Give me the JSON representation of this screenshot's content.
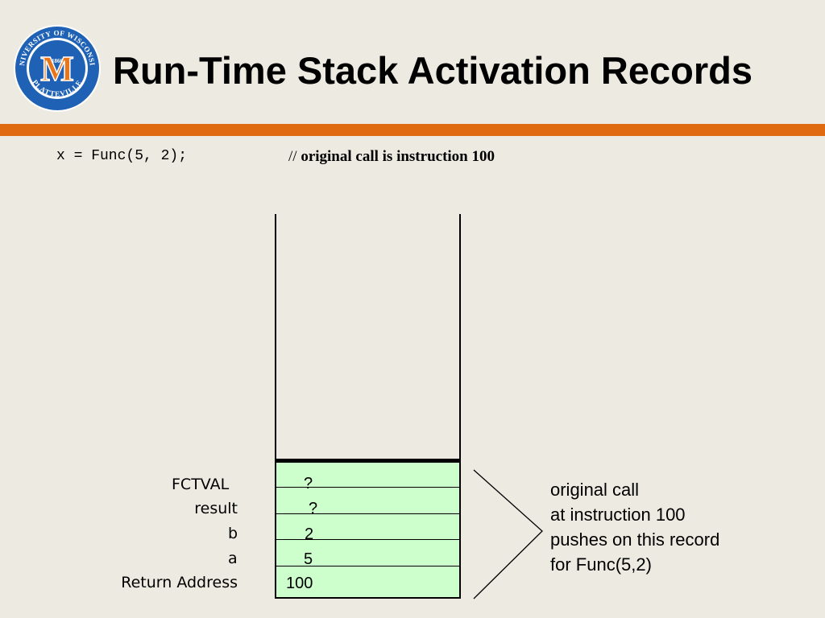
{
  "header": {
    "title": "Run-Time Stack Activation Records",
    "logo": {
      "ring_text_top": "UNIVERSITY OF WISCONSIN",
      "ring_text_bottom": "PLATTEVILLE",
      "year": "1866",
      "monogram": "M"
    }
  },
  "code": {
    "statement": "x = Func(5, 2);",
    "comment_prefix": "// ",
    "comment_text": "original call is instruction 100"
  },
  "stack": {
    "rows": [
      {
        "label": "FCTVAL",
        "value": "?"
      },
      {
        "label": "result",
        "value": "?"
      },
      {
        "label": "b",
        "value": "2"
      },
      {
        "label": "a",
        "value": "5"
      },
      {
        "label": "Return Address",
        "value": "100"
      }
    ]
  },
  "note": {
    "lines": [
      "original call",
      "at instruction 100",
      "pushes on this record",
      "for Func(5,2)"
    ]
  },
  "colors": {
    "background": "#ECEAE1",
    "accent_bar": "#E06A10",
    "record_fill": "#CCFFCC",
    "logo_blue": "#1F62B5",
    "logo_orange": "#E8751A"
  }
}
